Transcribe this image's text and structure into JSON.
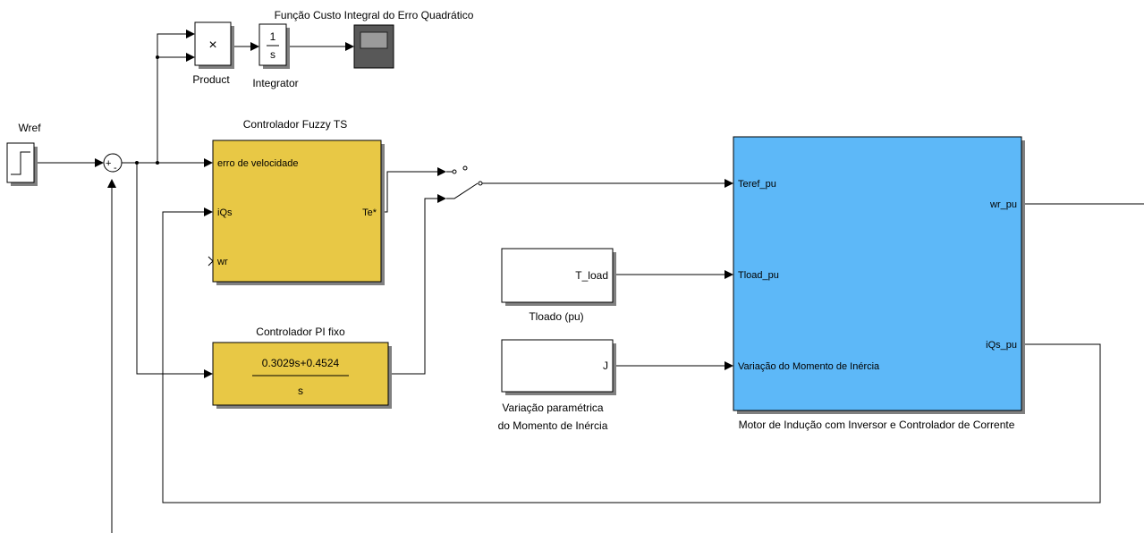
{
  "title": "Função Custo Integral do Erro Quadrático",
  "colors": {
    "yellow_block": "#e8c845",
    "blue_block": "#5db8f8",
    "scope_body": "#585858",
    "scope_screen": "#9a9a9a"
  },
  "blocks": {
    "wref": {
      "label": "Wref"
    },
    "sum": {
      "plus": "+",
      "minus": "-"
    },
    "product": {
      "symbol": "×",
      "label": "Product"
    },
    "integrator": {
      "numerator": "1",
      "denominator": "s",
      "label": "Integrator"
    },
    "scope": {
      "icon": "scope-icon"
    },
    "fuzzy": {
      "title": "Controlador Fuzzy TS",
      "in1": "erro de velocidade",
      "in2": "iQs",
      "in3": "wr",
      "out1": "Te*"
    },
    "pi": {
      "title": "Controlador PI fixo",
      "numerator": "0.3029s+0.4524",
      "denominator": "s"
    },
    "tload": {
      "port": "T_load",
      "label": "Tloado (pu)"
    },
    "inertia": {
      "port": "J",
      "label_line1": "Variação paramétrica",
      "label_line2": "do Momento de Inércia"
    },
    "motor": {
      "in1": "Teref_pu",
      "in2": "Tload_pu",
      "in3": "Variação do Momento de Inércia",
      "out1": "wr_pu",
      "out2": "iQs_pu",
      "label": "Motor de Indução com Inversor e Controlador de Corrente"
    }
  }
}
